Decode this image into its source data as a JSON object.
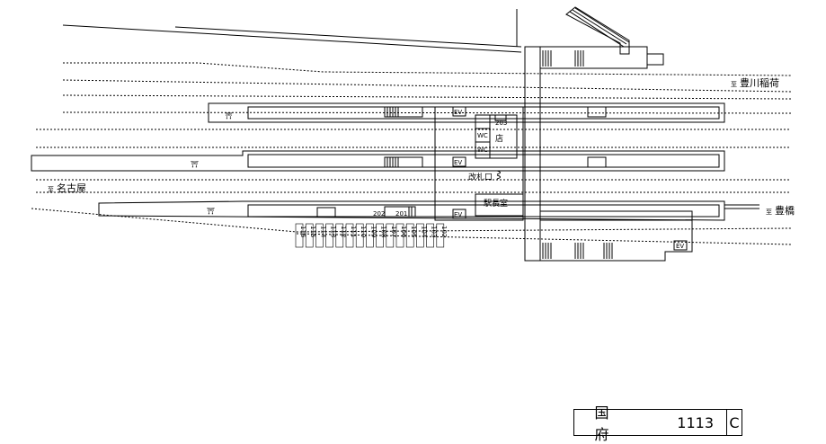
{
  "directions": {
    "toyokawa_inari": "豊川稲荷",
    "nagoya": "名古屋",
    "toyohashi": "豊橋",
    "to_prefix": "至"
  },
  "facilities": {
    "shop": "店",
    "ticket_gate": "改札口",
    "station_master": "駅長室",
    "wc": "WC",
    "ev": "EV",
    "shrine_mark": "⛩"
  },
  "room_numbers": [
    "203",
    "202",
    "201"
  ],
  "track_numbers": [
    "116",
    "115",
    "114",
    "113",
    "112",
    "111",
    "110",
    "109",
    "108",
    "107",
    "106",
    "105",
    "104",
    "103",
    "102"
  ],
  "title_block": {
    "station_name": "国府",
    "code": "1113",
    "grade": "C"
  }
}
